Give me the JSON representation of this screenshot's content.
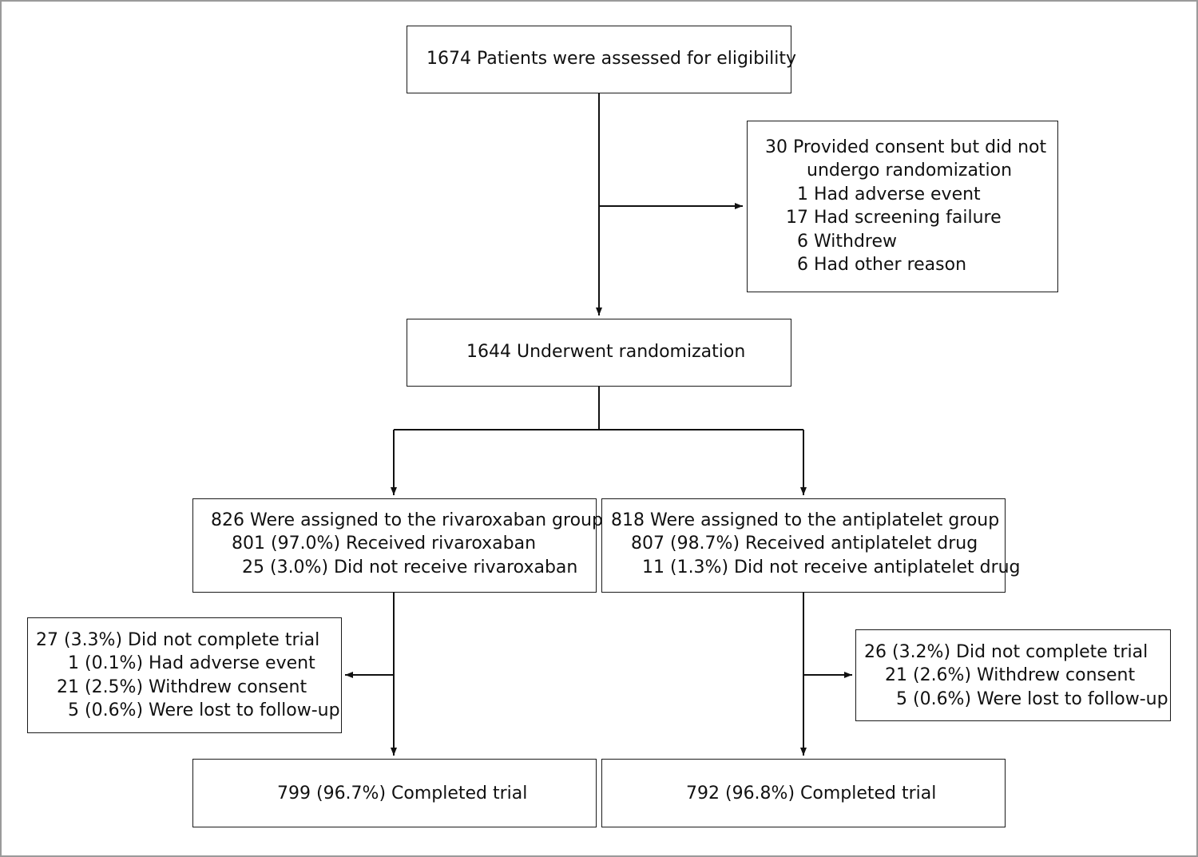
{
  "flow": {
    "assessed": "1674 Patients were assessed for eligibility",
    "excluded": {
      "title_line1": "30 Provided consent but did not",
      "title_line2": "undergo randomization",
      "reasons": [
        "1 Had adverse event",
        "17 Had screening failure",
        "6 Withdrew",
        "6 Had other reason"
      ]
    },
    "randomized": "1644 Underwent randomization",
    "rivaroxaban": {
      "assigned": "826 Were assigned to the rivaroxaban group",
      "received": "801 (97.0%) Received rivaroxaban",
      "not_received": "25 (3.0%) Did not receive rivaroxaban",
      "not_completed": {
        "title": "27 (3.3%) Did not complete trial",
        "reasons": [
          "1 (0.1%) Had adverse event",
          "21 (2.5%) Withdrew consent",
          "5 (0.6%) Were lost to follow-up"
        ]
      },
      "completed": "799 (96.7%) Completed trial"
    },
    "antiplatelet": {
      "assigned": "818 Were assigned to the antiplatelet group",
      "received": "807 (98.7%) Received antiplatelet drug",
      "not_received": "11 (1.3%) Did not receive antiplatelet drug",
      "not_completed": {
        "title": "26 (3.2%) Did not complete trial",
        "reasons": [
          "21 (2.6%) Withdrew consent",
          "5 (0.6%) Were lost to follow-up"
        ]
      },
      "completed": "792 (96.8%) Completed trial"
    }
  }
}
